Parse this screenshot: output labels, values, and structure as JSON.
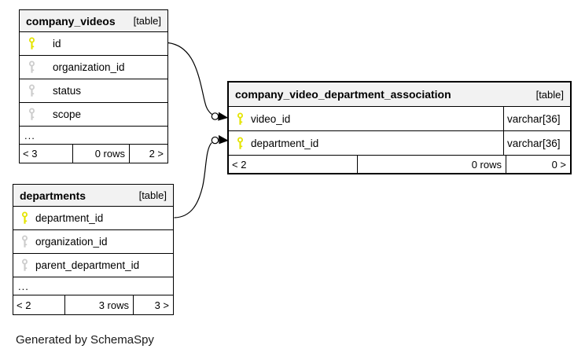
{
  "page": {
    "footer_note": "Generated by SchemaSpy"
  },
  "colors": {
    "primary_key_icon": "#e4e400",
    "secondary_key_icon": "#cccccc",
    "table_header_bg": "#f2f2f2",
    "border": "#000000",
    "text": "#000000"
  },
  "tables": {
    "company_videos": {
      "name": "company_videos",
      "kind": "[table]",
      "columns": [
        {
          "name": "id",
          "key": "primary"
        },
        {
          "name": "organization_id",
          "key": "secondary"
        },
        {
          "name": "status",
          "key": "secondary"
        },
        {
          "name": "scope",
          "key": "secondary"
        }
      ],
      "more_indicator": "...",
      "footer": {
        "in": "< 3",
        "rows": "0 rows",
        "out": "2 >"
      }
    },
    "departments": {
      "name": "departments",
      "kind": "[table]",
      "columns": [
        {
          "name": "department_id",
          "key": "primary"
        },
        {
          "name": "organization_id",
          "key": "secondary"
        },
        {
          "name": "parent_department_id",
          "key": "secondary"
        }
      ],
      "more_indicator": "...",
      "footer": {
        "in": "< 2",
        "rows": "3 rows",
        "out": "3 >"
      }
    },
    "association": {
      "name": "company_video_department_association",
      "kind": "[table]",
      "columns": [
        {
          "name": "video_id",
          "type": "varchar[36]",
          "key": "primary"
        },
        {
          "name": "department_id",
          "type": "varchar[36]",
          "key": "primary"
        }
      ],
      "footer": {
        "in": "< 2",
        "rows": "0 rows",
        "out": "0 >"
      }
    }
  },
  "relationships": [
    {
      "from": "company_videos.id",
      "to": "company_video_department_association.video_id"
    },
    {
      "from": "departments.department_id",
      "to": "company_video_department_association.department_id"
    }
  ]
}
